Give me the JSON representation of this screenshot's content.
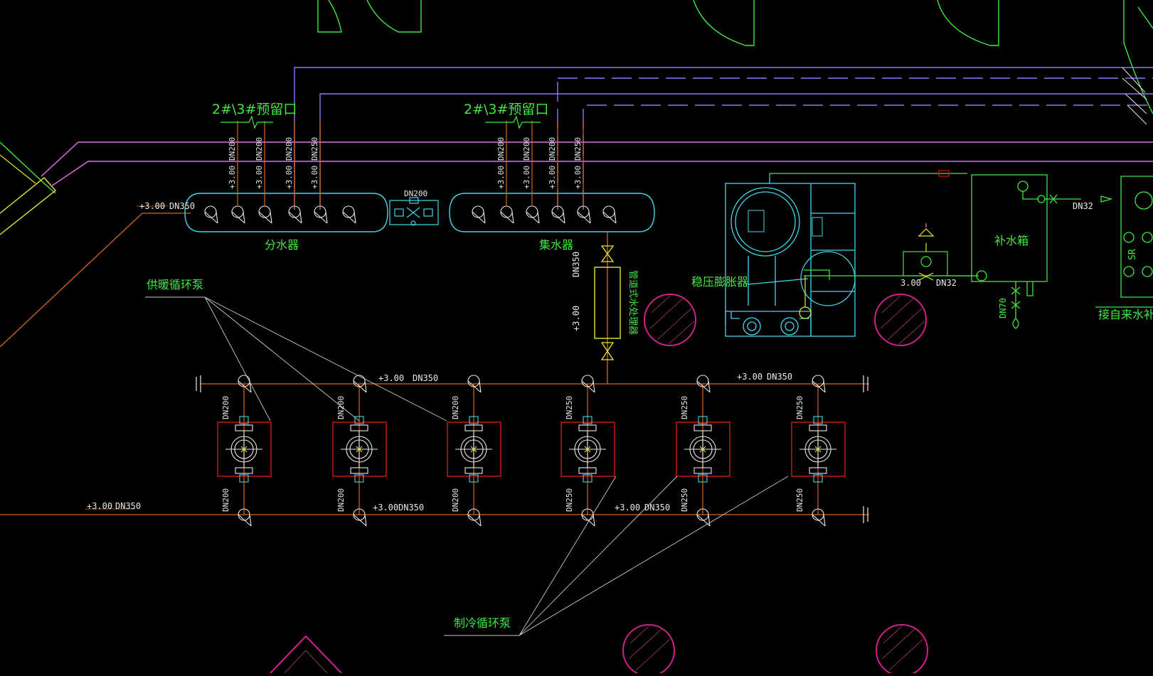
{
  "colors": {
    "background": "#000000",
    "pipe_orange": "#d2691e",
    "pipe_magenta": "#e070e0",
    "pipe_violet": "#8c78f0",
    "manifold_cyan": "#40d8e8",
    "label_green": "#40e840",
    "label_white": "#e8e8e8",
    "pump_box_red": "#d01818",
    "column_magenta": "#d0208a",
    "sensor_yellow": "#e8e830"
  },
  "labels": {
    "reserve_port_left": "2#\\3#预留口",
    "reserve_port_right": "2#\\3#预留口",
    "distributor": "分水器",
    "collector": "集水器",
    "heating_pump": "供暖循环泵",
    "cooling_pump": "制冷循环泵",
    "expansion_tank": "稳压膨胀器",
    "makeup_tank": "补水箱",
    "city_water": "接自来水补水",
    "filter_vertical": "管道式水处理器",
    "sr": "SR"
  },
  "pipe_tags": {
    "main_left_elev": "+3.00",
    "main_left_dn": "DN350",
    "bypass_dn": "DN200",
    "header_top_elev_1": "+3.00",
    "header_top_dn_1": "DN350",
    "header_top_elev_2": "+3.00",
    "header_top_dn_2": "DN350",
    "header_bot_elev_1": "+3.00",
    "header_bot_dn_1": "DN350",
    "header_bot_elev_2": "+3.00",
    "header_bot_dn_2": "DN350",
    "header_bot_elev_3": "+3.00",
    "header_bot_dn_3": "DN350",
    "filter_dn": "DN350",
    "filter_elev": "+3.00",
    "makeup_elev": "3.00",
    "makeup_dn": "DN32",
    "inlet_dn": "DN32",
    "drain_dn": "DN70"
  },
  "distributor_branches": [
    {
      "dn": "DN200",
      "elev": "+3.00"
    },
    {
      "dn": "DN200",
      "elev": "+3.00"
    },
    {
      "dn": "DN200",
      "elev": "+3.00"
    },
    {
      "dn": "DN250",
      "elev": "+3.00"
    }
  ],
  "collector_branches": [
    {
      "dn": "DN200",
      "elev": "+3.00"
    },
    {
      "dn": "DN200",
      "elev": "+3.00"
    },
    {
      "dn": "DN200",
      "elev": "+3.00"
    },
    {
      "dn": "DN250",
      "elev": "+3.00"
    }
  ],
  "pumps": [
    {
      "dn_top": "DN200",
      "dn_bottom": "DN200"
    },
    {
      "dn_top": "DN200",
      "dn_bottom": "DN200"
    },
    {
      "dn_top": "DN200",
      "dn_bottom": "DN200"
    },
    {
      "dn_top": "DN250",
      "dn_bottom": "DN250"
    },
    {
      "dn_top": "DN250",
      "dn_bottom": "DN250"
    },
    {
      "dn_top": "DN250",
      "dn_bottom": "DN250"
    }
  ]
}
